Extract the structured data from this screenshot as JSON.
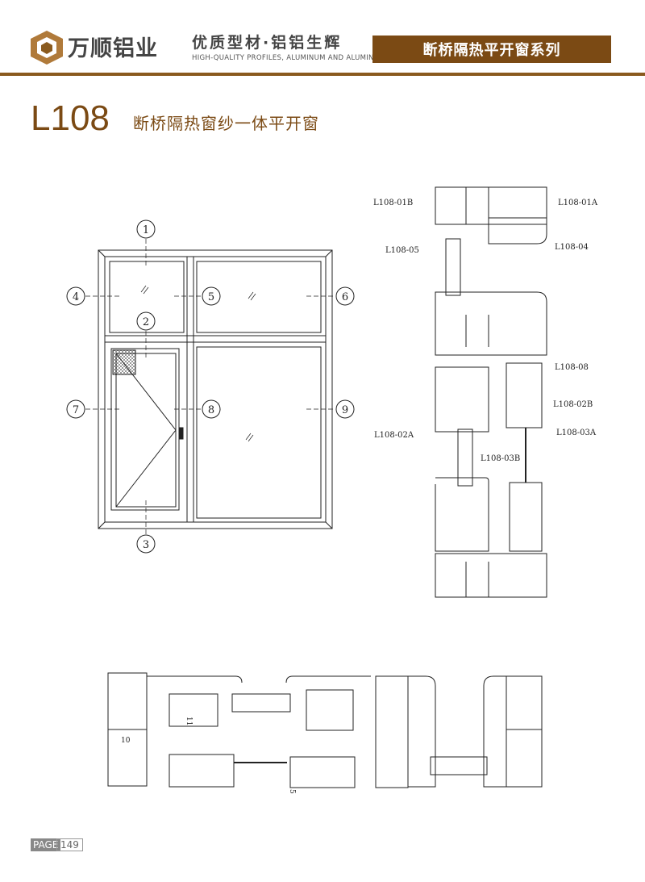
{
  "header": {
    "brand": "万顺铝业",
    "slogan": "优质型材·铝铝生辉",
    "slogan_en": "HIGH-QUALITY PROFILES, ALUMINUM AND ALUMINUM",
    "series": "断桥隔热平开窗系列"
  },
  "title": {
    "model": "L108",
    "name": "断桥隔热窗纱一体平开窗"
  },
  "elevation": {
    "callouts": [
      "1",
      "2",
      "3",
      "4",
      "5",
      "6",
      "7",
      "8",
      "9"
    ]
  },
  "section_labels": {
    "l01b": "L108-01B",
    "l01a": "L108-01A",
    "l05": "L108-05",
    "l04": "L108-04",
    "l08": "L108-08",
    "l02b": "L108-02B",
    "l02a": "L108-02A",
    "l03a": "L108-03A",
    "l03b": "L108-03B"
  },
  "bottom_labels": [
    "11",
    "10",
    "5"
  ],
  "footer": {
    "page_label": "PAGE",
    "page_number": "149"
  },
  "colors": {
    "brand": "#7b4a14"
  }
}
